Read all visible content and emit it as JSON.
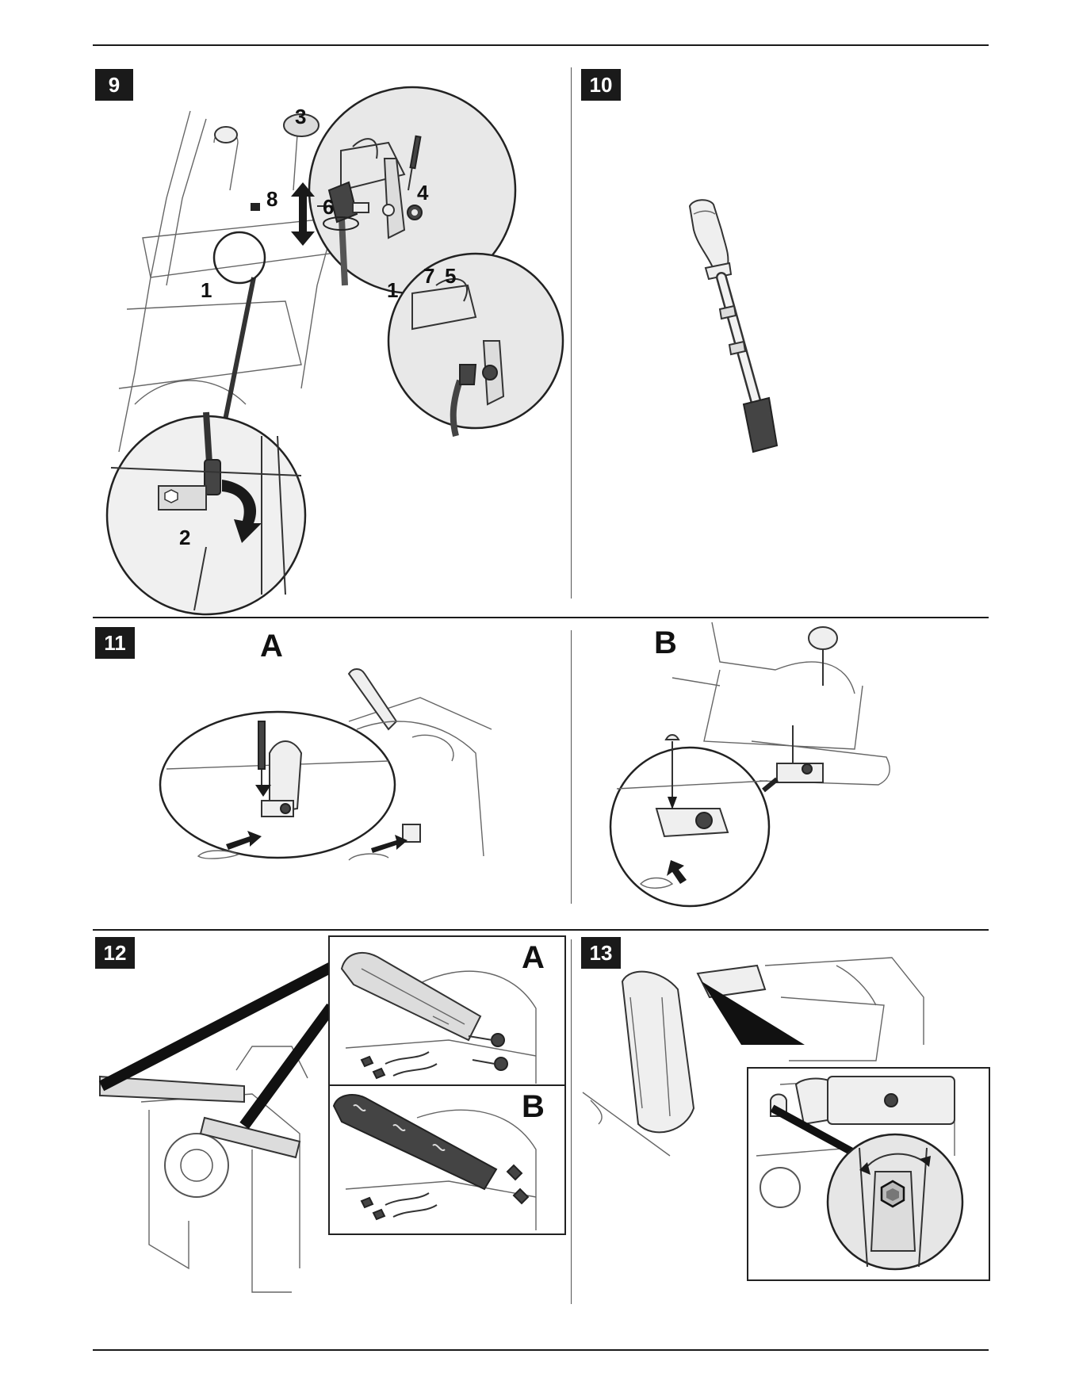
{
  "figures": [
    {
      "number": "9",
      "callouts": [
        "3",
        "8",
        "4",
        "6",
        "1",
        "7",
        "5",
        "1",
        "2"
      ]
    },
    {
      "number": "10"
    },
    {
      "number": "11",
      "panels": [
        "A",
        "B"
      ]
    },
    {
      "number": "12",
      "panels": [
        "A",
        "B"
      ]
    },
    {
      "number": "13"
    }
  ],
  "icons": [
    "speed-control-rod-icon",
    "handle-rod-icon",
    "skid-shoe-icon",
    "scraper-bar-icon",
    "chute-nut-icon"
  ]
}
